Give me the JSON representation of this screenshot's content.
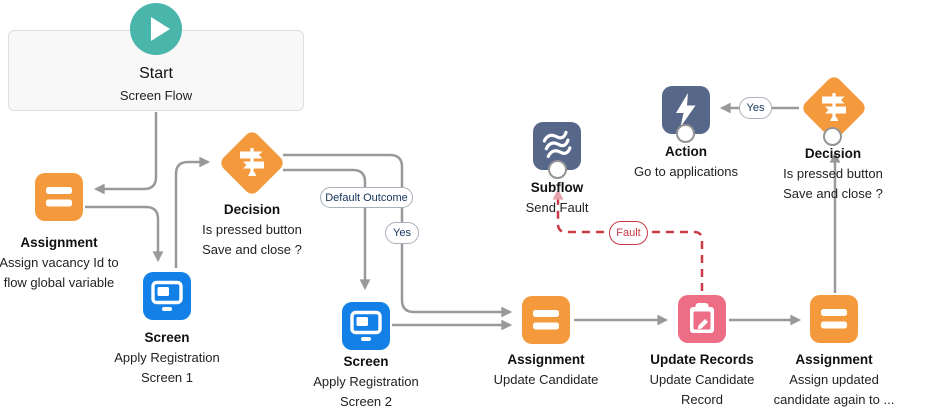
{
  "colors": {
    "orange": "#F5993D",
    "blue": "#1380E8",
    "teal": "#4AB5AB",
    "slate": "#56678A",
    "pink": "#EE6D86",
    "connector": "#999999",
    "fault": "#C83A46"
  },
  "start": {
    "title": "Start",
    "flow_type": "Screen Flow"
  },
  "nodes": {
    "assignment1": {
      "title": "Assignment",
      "line1": "Assign vacancy Id to",
      "line2": "flow global variable"
    },
    "decision1": {
      "title": "Decision",
      "line1": "Is pressed button",
      "line2": "Save and close ?"
    },
    "screen1": {
      "title": "Screen",
      "line1": "Apply Registration",
      "line2": "Screen 1"
    },
    "screen2": {
      "title": "Screen",
      "line1": "Apply Registration",
      "line2": "Screen 2"
    },
    "assignment2": {
      "title": "Assignment",
      "line1": "Update Candidate"
    },
    "update_records": {
      "title": "Update Records",
      "line1": "Update Candidate",
      "line2": "Record"
    },
    "assignment3": {
      "title": "Assignment",
      "line1": "Assign updated",
      "line2": "candidate again to ..."
    },
    "subflow": {
      "title": "Subflow",
      "line1": "Send Fault"
    },
    "action": {
      "title": "Action",
      "line1": "Go to applications"
    },
    "decision2": {
      "title": "Decision",
      "line1": "Is pressed button",
      "line2": "Save and close ?"
    }
  },
  "connector_labels": {
    "default_outcome": "Default Outcome",
    "yes1": "Yes",
    "yes2": "Yes",
    "fault": "Fault"
  }
}
